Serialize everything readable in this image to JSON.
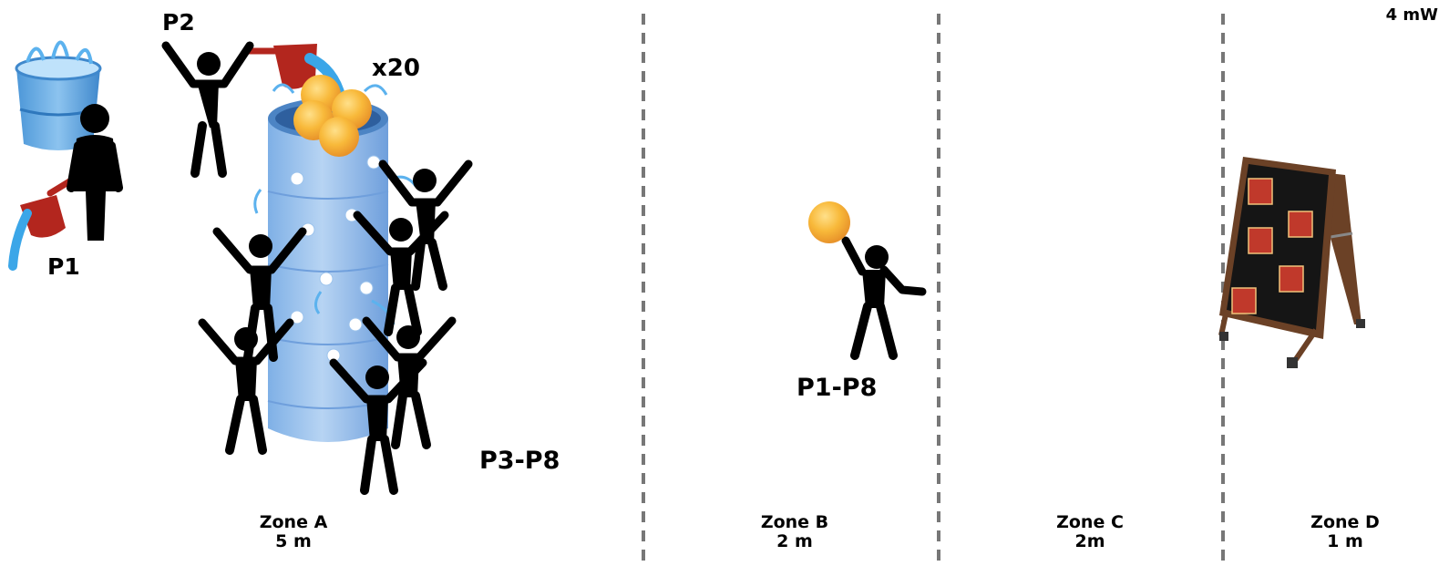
{
  "power_label": "4 mW",
  "players": {
    "p1": "P1",
    "p2": "P2",
    "p3_p8": "P3-P8",
    "p1_p8": "P1-P8"
  },
  "ball_count": "x20",
  "zones": [
    {
      "name": "Zone A",
      "distance": "5 m"
    },
    {
      "name": "Zone B",
      "distance": "2 m"
    },
    {
      "name": "Zone C",
      "distance": "2m"
    },
    {
      "name": "Zone D",
      "distance": "1 m"
    }
  ],
  "colors": {
    "bucket_blue": "#5aa7e0",
    "water_blue": "#3ba6e8",
    "tube_blue": "#9cc3ec",
    "ball_orange": "#f8b93a",
    "scoop_red": "#b3261e",
    "divider_gray": "#777777",
    "board_black": "#151515",
    "board_wood": "#6b4126",
    "target_red": "#c0392b"
  },
  "icons": [
    "water-bucket-icon",
    "water-scoop-icon",
    "water-tube-icon",
    "ball-icon",
    "stick-figure-icon",
    "sandwich-board-icon",
    "target-icon"
  ]
}
